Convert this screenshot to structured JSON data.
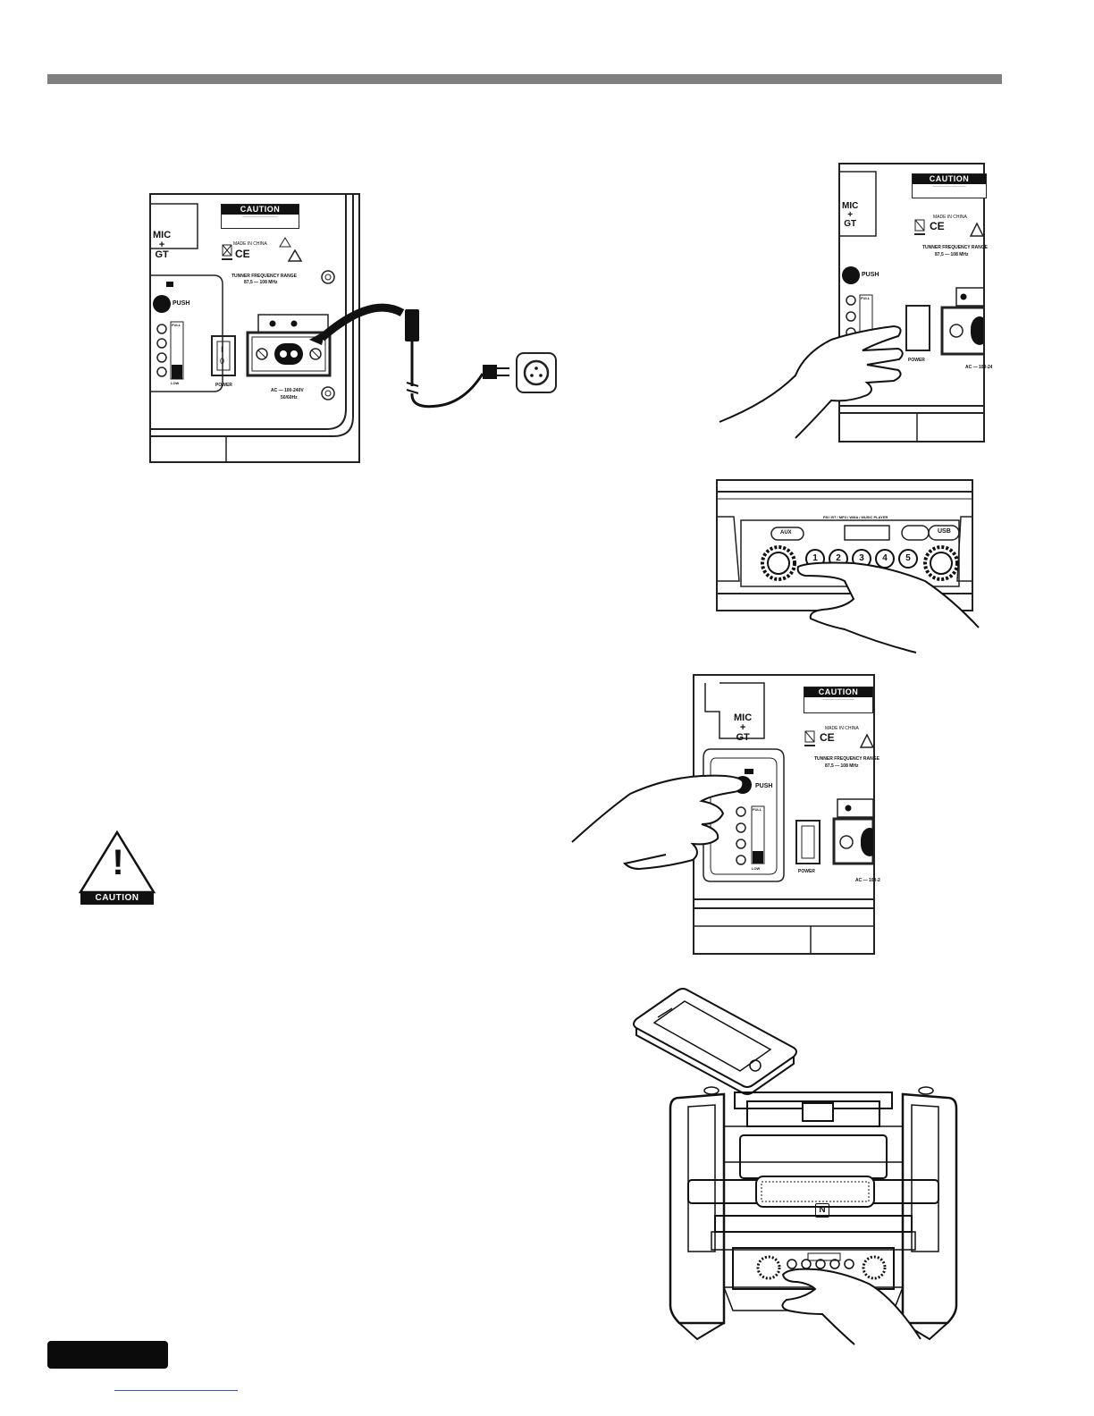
{
  "rear": {
    "mic_gt": "MIC\n+\nGT",
    "caution_title": "CAUTION",
    "made_in": "MADE IN CHINA",
    "ce_mark": "CE",
    "tuner_label": "TUNNER FREQUENCY RANGE",
    "tuner_range": "87,5 — 108 MHz",
    "push": "PUSH",
    "full": "FULL",
    "low": "LOW",
    "power": "POWER",
    "switch_on": "I",
    "switch_off": "0",
    "ac": "AC — 100-240V",
    "hz": "50/60Hz"
  },
  "front": {
    "player_title": "FM / BT / MP3 / WMA / MUSIC PLAYER",
    "aux": "AUX",
    "usb": "USB",
    "presets": [
      "1",
      "2",
      "3",
      "4",
      "5"
    ]
  },
  "warning": {
    "mark": "!",
    "label": "CAUTION"
  },
  "nfc": {
    "logo": "N"
  },
  "colors": {
    "topbar": "#808080",
    "badge": "#0b0b0b",
    "line": "#222222",
    "footlink": "#3355cc"
  }
}
